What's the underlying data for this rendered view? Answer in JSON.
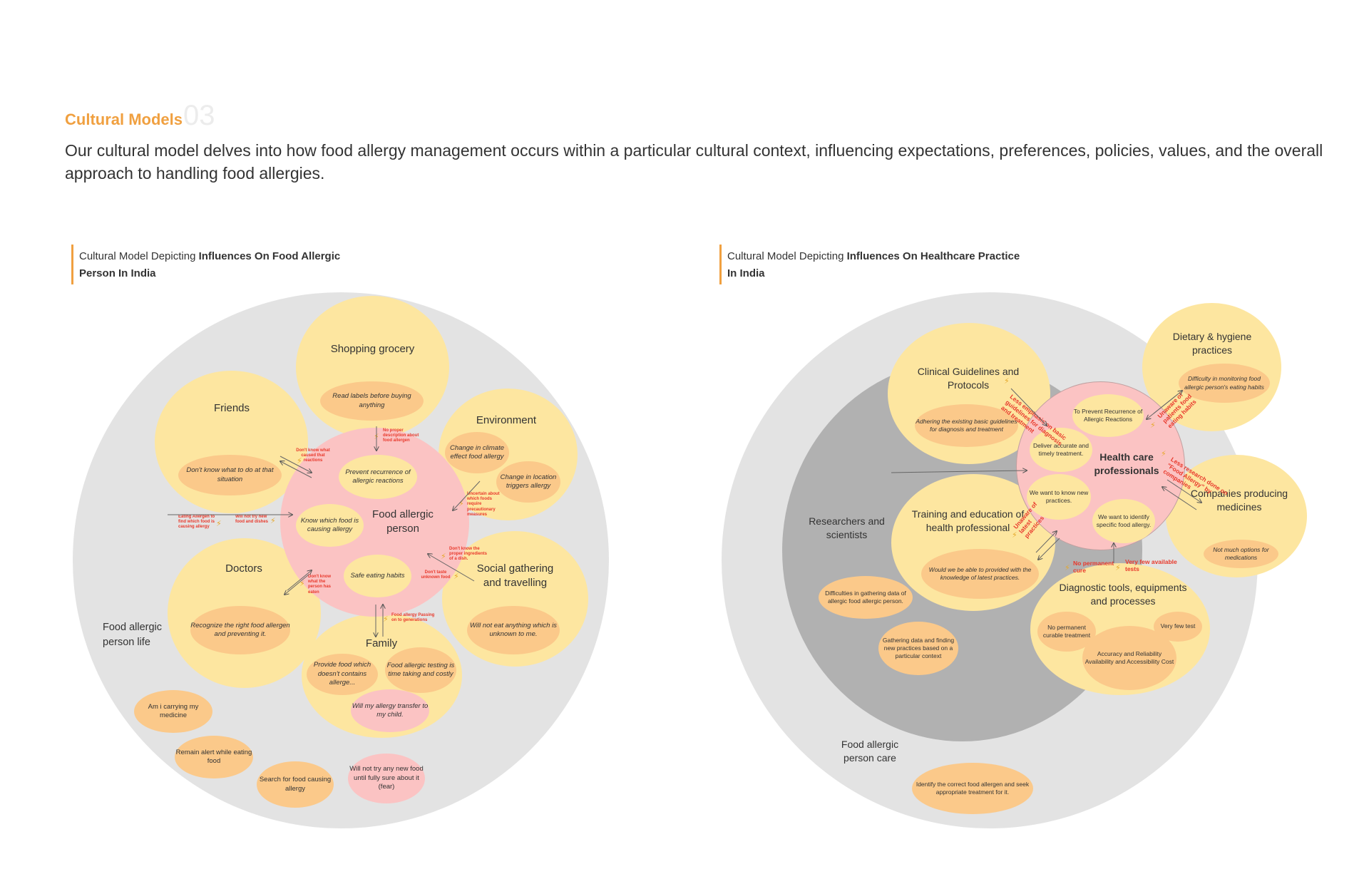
{
  "header": {
    "title": "Cultural Models",
    "number": "03",
    "description": "Our cultural model delves into how food allergy management occurs within a particular cultural context, influencing expectations, preferences, policies, values, and the overall approach to handling food allergies."
  },
  "colors": {
    "accent": "#f0a040",
    "outer": "#e3e3e3",
    "dark": "#b1b1b1",
    "yellow": "#fde6a0",
    "orange": "#fbc98a",
    "pink": "#fbc3c3"
  },
  "left": {
    "title_normal": "Cultural Model Depicting ",
    "title_bold": "Influences On Food Allergic Person In India",
    "outer_label": "Food allergic person life",
    "center": "Food allergic person",
    "center_items": [
      "Prevent recurrence of allergic reactions",
      "Know which food is causing allergy",
      "Safe eating habits"
    ],
    "clusters": {
      "shopping": {
        "label": "Shopping grocery",
        "note": "Read labels before buying anything"
      },
      "friends": {
        "label": "Friends",
        "note": "Don't know what to do at that situation"
      },
      "environment": {
        "label": "Environment",
        "note1": "Change in climate effect food allergy",
        "note2": "Change in location triggers allergy"
      },
      "doctors": {
        "label": "Doctors",
        "note": "Recognize the right food allergen and preventing it."
      },
      "social": {
        "label": "Social gathering and travelling",
        "note": "Will not eat anything which is unknown to me."
      },
      "family": {
        "label": "Family",
        "note1": "Provide food which doesn't contains allerge...",
        "note2": "Food allergic testing is time taking and costly",
        "note3": "Will my allergy transfer to my child."
      }
    },
    "outer_notes": [
      "Am i carrying my medicine",
      "Remain alert while eating food",
      "Search for food causing allergy",
      "Will not try any new food until fully sure about it (fear)"
    ],
    "red_notes": [
      "No proper description about food allergen",
      "Don't know what caused that reactions",
      "Uncertain about which foods require precautionary measures",
      "Eating Allergen to find which food is causing allergy",
      "Will not try new food and dishes",
      "Don't know the proper ingredients of a dish.",
      "Don't taste unknown food",
      "Don't know what the person has eaten",
      "Food allergy Passing on to generations"
    ]
  },
  "right": {
    "title_normal": "Cultural Model Depicting ",
    "title_bold": "Influences On Healthcare Practice In India",
    "outer_label": "Food allergic person care",
    "dark_label": "Researchers and scientists",
    "center": "Health care professionals",
    "center_items": [
      "To Prevent Recurrence of Allergic Reactions",
      "Deliver accurate and timely treatment.",
      "We want to know new practices.",
      "We want to identify specific food allergy."
    ],
    "clusters": {
      "clinical": {
        "label": "Clinical Guidelines and Protocols",
        "note": "Adhering the existing basic guidelines for diagnosis and treatment"
      },
      "dietary": {
        "label": "Dietary & hygiene practices",
        "note": "Difficulty in monitoring food allergic person's eating habits"
      },
      "training": {
        "label": "Training and education of health professional",
        "note": "Would we be able to provided with the knowledge of latest practices."
      },
      "companies": {
        "label": "Companies producing medicines",
        "note": "Not much options for medications"
      },
      "diagnostic": {
        "label": "Diagnostic tools, equipments and processes",
        "note1": "No permanent curable treatment",
        "note2": "Very few test",
        "note3": "Accuracy and Reliability Availability and Accessibility Cost"
      }
    },
    "dark_notes": [
      "Difficulties in gathering data of allergic food allergic person.",
      "Gathering data and finding new practices based on a particular context"
    ],
    "outer_note": "Identify the correct food allergen and seek appropriate treatment for it.",
    "red_notes": [
      "Less emphasis on basic guidelines for diagnosis and treatment",
      "Unaware of patients food eating habits",
      "Less research done on \"Food Allergy\" by companies",
      "Unaware of latest practices",
      "No permanent cure",
      "Very few available tests"
    ]
  }
}
